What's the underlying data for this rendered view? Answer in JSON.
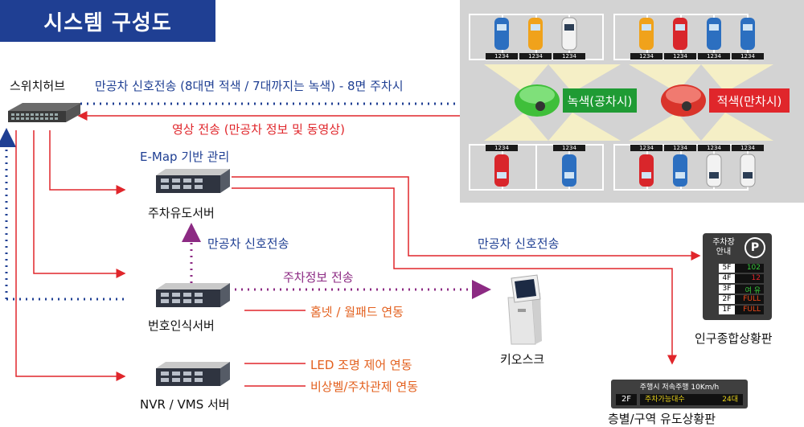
{
  "title": "시스템 구성도",
  "nodes": {
    "switch_hub": "스위치허브",
    "guidance_server": "주차유도서버",
    "plate_server": "번호인식서버",
    "nvr_server": "NVR / VMS 서버",
    "kiosk": "키오스크",
    "entrance_board": "인구종합상황판",
    "floor_board": "층별/구역 유도상황판"
  },
  "links": {
    "parking_signal_long": "만공차 신호전송 (8대면 적색 / 7대까지는 녹색) - 8면 주차시",
    "video_transfer": "영상 전송 (만공차 정보 및 동영상)",
    "emap": "E-Map 기반 관리",
    "signal_up": "만공차 신호전송",
    "signal_right": "만공차 신호전송",
    "parking_info": "주차정보 전송",
    "homenet": "홈넷 / 월패드 연동",
    "led": "LED 조명 제어 연동",
    "emergency": "비상벨/주차관제 연동"
  },
  "lot": {
    "green_sensor": "녹색(공차시)",
    "red_sensor": "적색(만차시)",
    "plate_text": "1234"
  },
  "entrance_board": {
    "header_line1": "주차장",
    "header_line2": "안내",
    "p_icon": "P",
    "rows": [
      {
        "floor": "5F",
        "value": "102",
        "color": "#36c93a"
      },
      {
        "floor": "4F",
        "value": "12",
        "color": "#e0262b"
      },
      {
        "floor": "3F",
        "value": "여 유",
        "color": "#36c93a"
      },
      {
        "floor": "2F",
        "value": "FULL",
        "color": "#f04a1a"
      },
      {
        "floor": "1F",
        "value": "FULL",
        "color": "#f04a1a"
      }
    ]
  },
  "floor_board": {
    "top_text": "주행시 저속주행 10Km/h",
    "floor": "2F",
    "msg_label": "주차가능대수",
    "msg_value": "24대"
  },
  "colors": {
    "navy": "#1f3f93",
    "red": "#e0262b",
    "orange": "#e3601e",
    "purple": "#8c2a83"
  }
}
